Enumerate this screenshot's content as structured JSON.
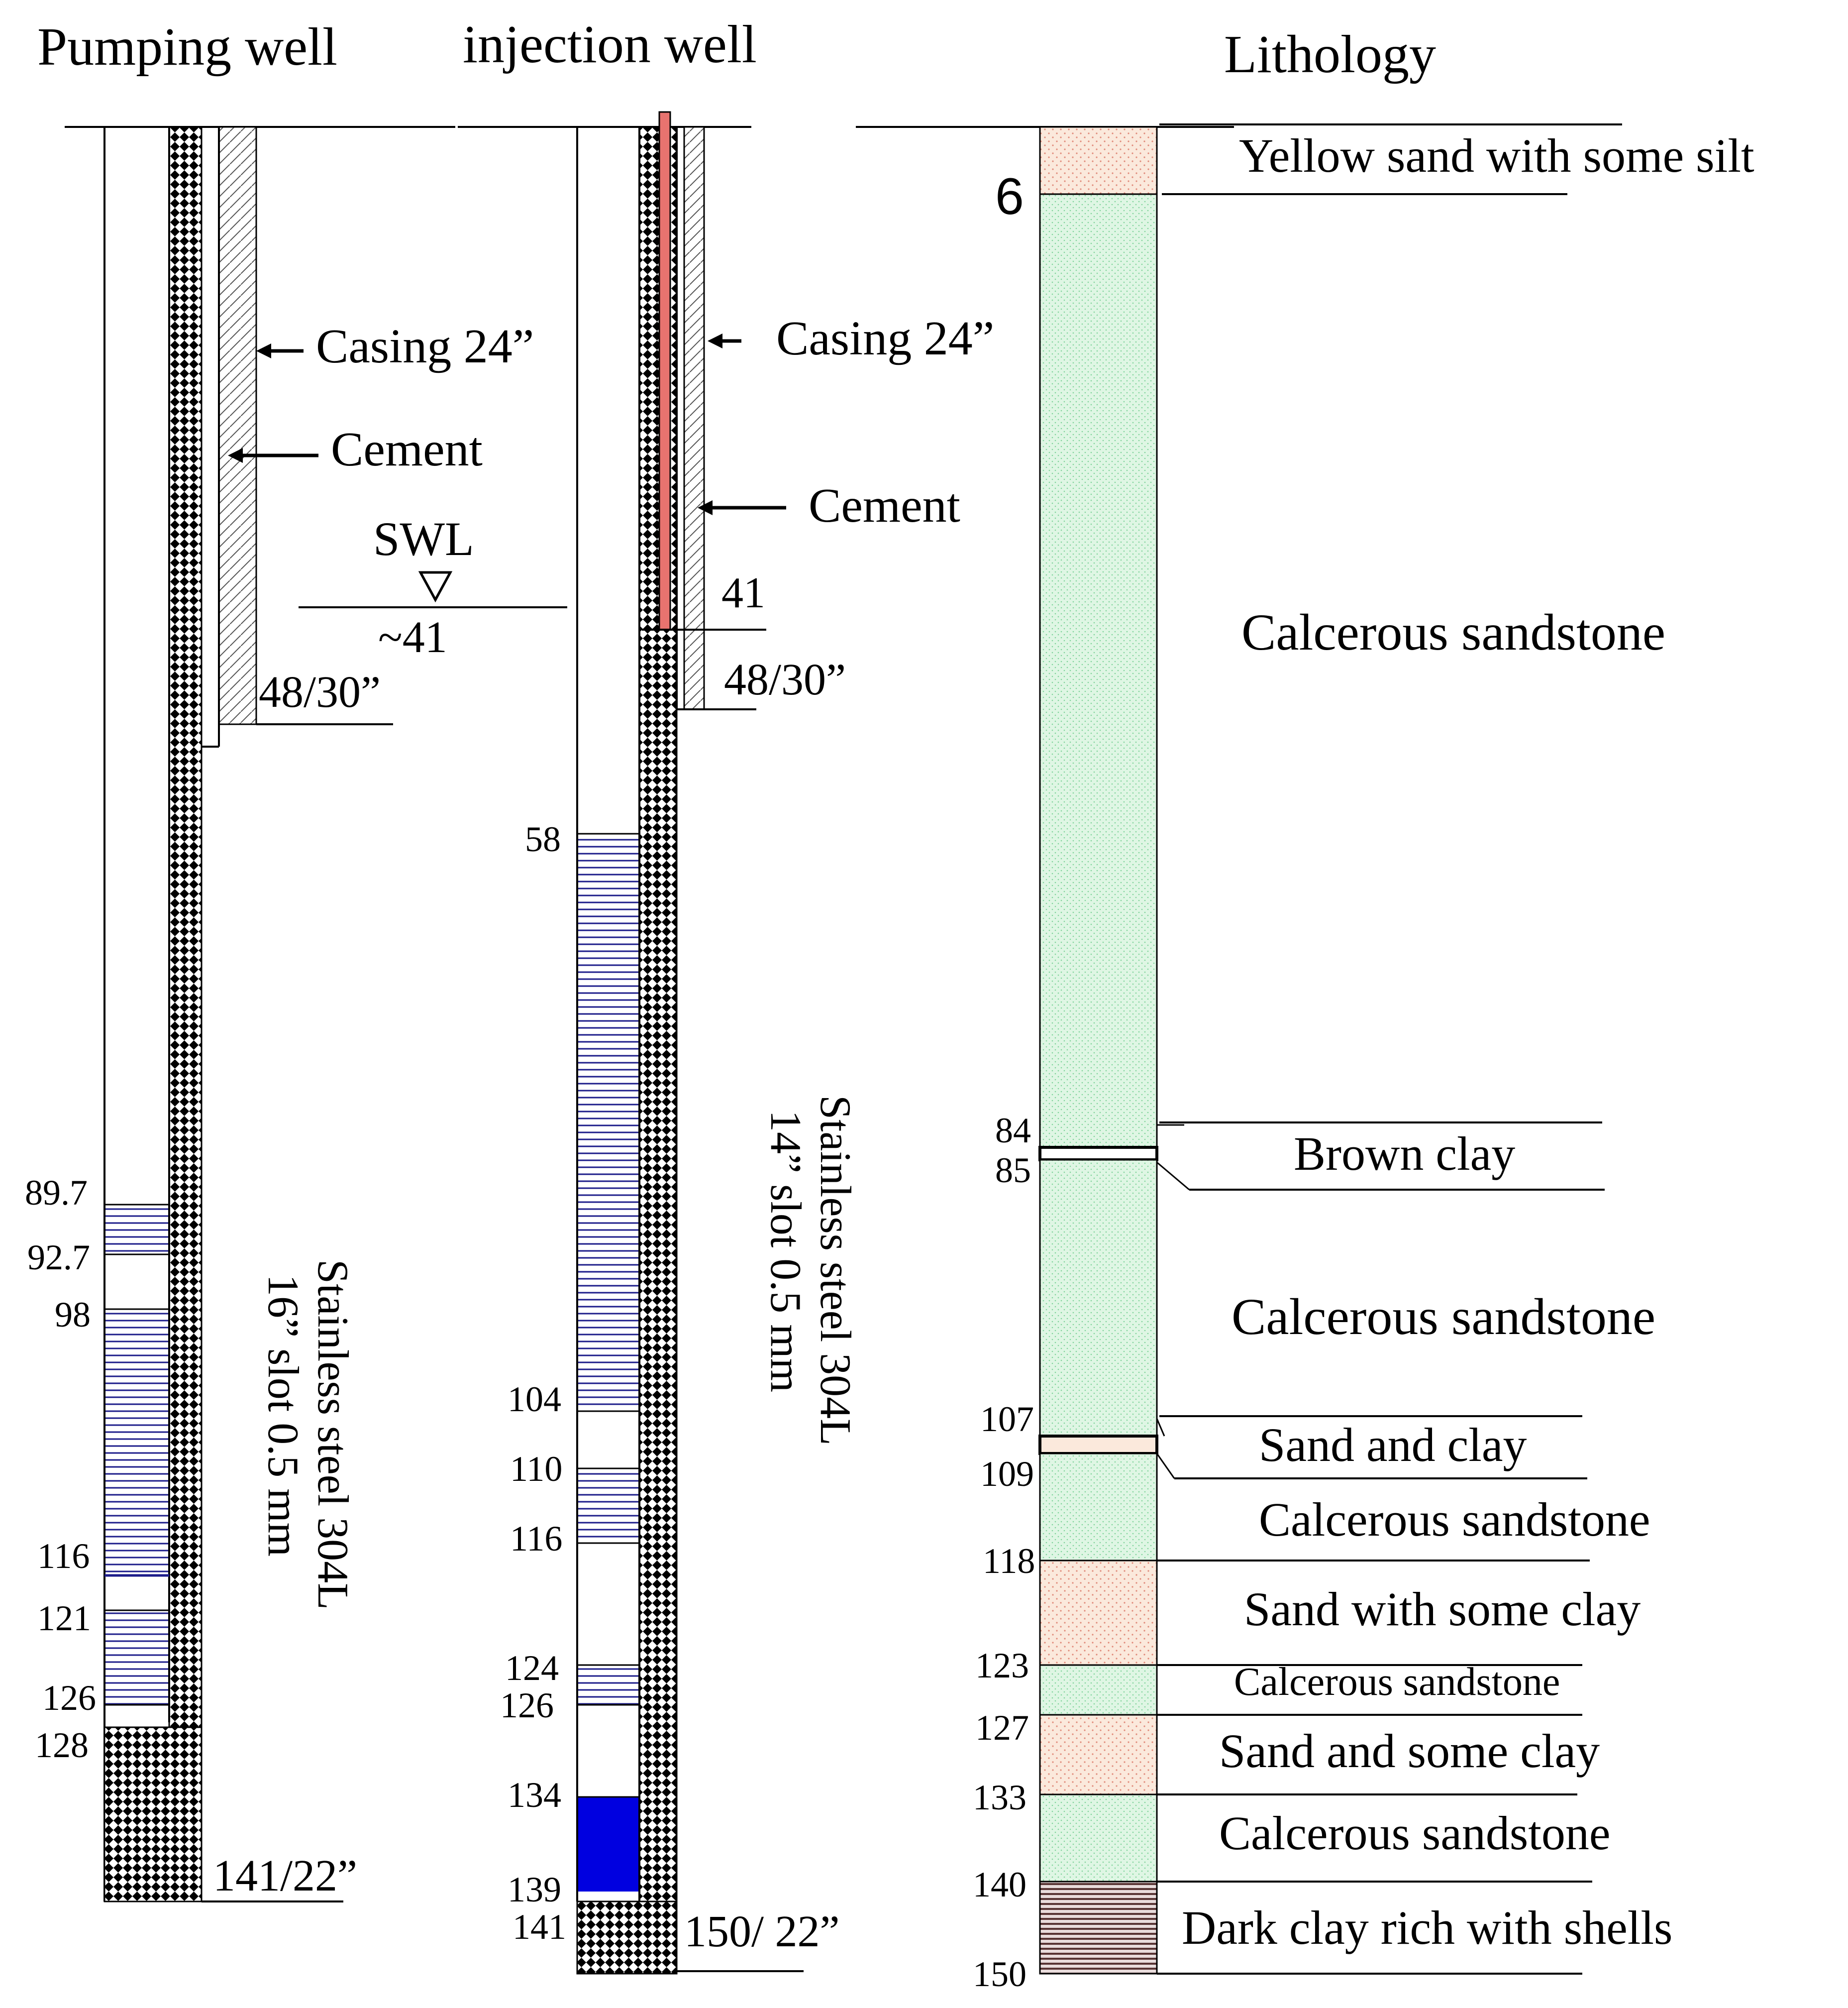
{
  "headers": {
    "pumping_well": "Pumping well",
    "injection_well": "injection well",
    "lithology": "Lithology"
  },
  "pumping_well": {
    "casing_label": "Casing 24”",
    "cement_label": "Cement",
    "swl_label": "SWL",
    "swl_depth": "~41",
    "casing_bottom": "48/30”",
    "screen_label_line1": "Stainless steel 304L",
    "screen_label_line2": "16” slot 0.5 mm",
    "depths": [
      "89.7",
      "92.7",
      "98",
      "116",
      "121",
      "126",
      "128"
    ],
    "total_depth": "141/22”"
  },
  "injection_well": {
    "casing_label": "Casing 24”",
    "cement_label": "Cement",
    "inner_pipe_depth": "41",
    "casing_bottom": "48/30”",
    "screen_label_line1": "Stainless steel 304L",
    "screen_label_line2": "14” slot 0.5 mm",
    "depths": [
      "58",
      "104",
      "110",
      "116",
      "124",
      "126",
      "134",
      "139",
      "141"
    ],
    "total_depth": "150/ 22”",
    "inner_pipe_color": "#e8736f",
    "sump_color": "#0000e0"
  },
  "lithology": {
    "depths": [
      "6",
      "84",
      "85",
      "107",
      "109",
      "118",
      "123",
      "127",
      "133",
      "140",
      "150"
    ],
    "layers": [
      "Yellow sand with some silt",
      "Calcerous sandstone",
      "Brown clay",
      "Calcerous sandstone",
      "Sand and clay",
      "Calcerous sandstone",
      "Sand with some clay",
      "Calcerous sandstone",
      "Sand and some clay",
      "Calcerous sandstone",
      "Dark clay rich with shells"
    ],
    "colors": {
      "sand": "#fbe9dc",
      "sandstone": "#dff6e4",
      "dark_clay": "#8a6464",
      "screen_line": "#2a2aa0"
    }
  }
}
